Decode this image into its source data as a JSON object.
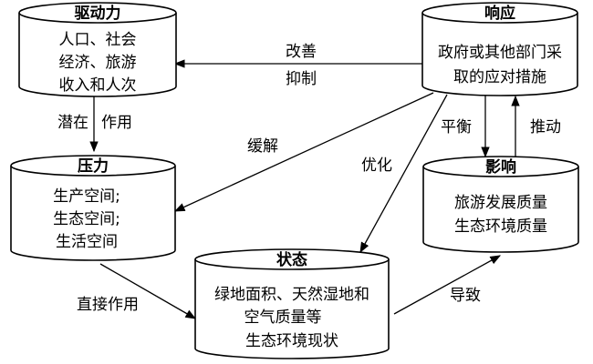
{
  "nodes": {
    "driver": {
      "title": "驱动力",
      "lines": [
        "人口、社会",
        "经济、旅游",
        "收入和人次"
      ]
    },
    "response": {
      "title": "响应",
      "lines": [
        "政府或其他部门采",
        "取的应对措施"
      ]
    },
    "pressure": {
      "title": "压力",
      "lines": [
        "生产空间;",
        "生态空间;",
        "生活空间"
      ]
    },
    "impact": {
      "title": "影响",
      "lines": [
        "旅游发展质量",
        "生态环境质量"
      ]
    },
    "state": {
      "title": "状态",
      "lines": [
        "绿地面积、天然湿地和",
        "空气质量等",
        "生态环境现状"
      ]
    }
  },
  "edges": {
    "response_to_driver": [
      "改善",
      "抑制"
    ],
    "driver_to_pressure": [
      "潜在",
      "作用"
    ],
    "response_to_pressure": "缓解",
    "response_to_state": "优化",
    "response_to_impact": "平衡",
    "impact_to_response": "推动",
    "pressure_to_state": "直接作用",
    "state_to_impact": "导致"
  }
}
